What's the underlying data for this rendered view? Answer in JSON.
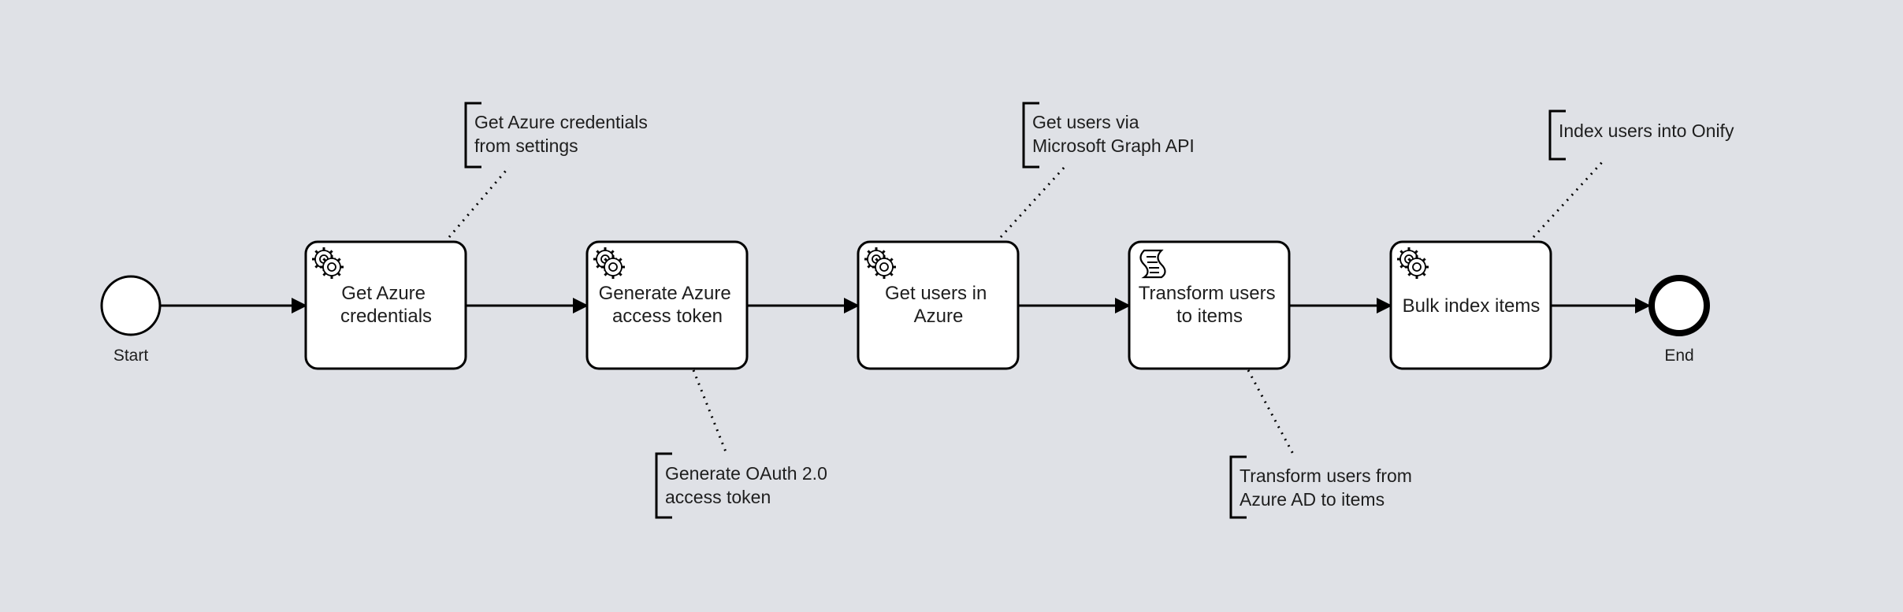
{
  "diagram": {
    "start_event": {
      "label": "Start"
    },
    "end_event": {
      "label": "End"
    },
    "tasks": [
      {
        "type": "service",
        "icon": "gear-icon",
        "label_lines": [
          "Get Azure",
          "credentials"
        ]
      },
      {
        "type": "service",
        "icon": "gear-icon",
        "label_lines": [
          "Generate Azure",
          "access token"
        ]
      },
      {
        "type": "service",
        "icon": "gear-icon",
        "label_lines": [
          "Get users in",
          "Azure"
        ]
      },
      {
        "type": "script",
        "icon": "script-icon",
        "label_lines": [
          "Transform users",
          "to items"
        ]
      },
      {
        "type": "service",
        "icon": "gear-icon",
        "label_lines": [
          "Bulk index items"
        ]
      }
    ],
    "annotations": [
      {
        "task": 0,
        "lines": [
          "Get Azure credentials",
          "from settings"
        ]
      },
      {
        "task": 1,
        "lines": [
          "Generate OAuth 2.0",
          "access token"
        ]
      },
      {
        "task": 2,
        "lines": [
          "Get users via",
          "Microsoft Graph API"
        ]
      },
      {
        "task": 3,
        "lines": [
          "Transform users from",
          "Azure AD to items"
        ]
      },
      {
        "task": 4,
        "lines": [
          "Index users into Onify"
        ]
      }
    ],
    "colors": {
      "background": "#dfe1e6",
      "shape_fill": "#ffffff",
      "stroke": "#000000",
      "text": "#1e1e1e"
    }
  }
}
